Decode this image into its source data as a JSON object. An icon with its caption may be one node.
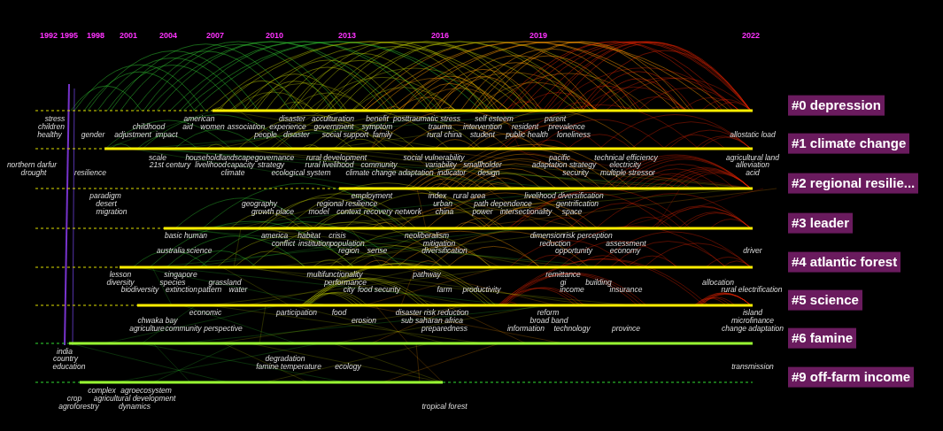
{
  "diagram": {
    "nodes": [
      {
        "text": [
          "#0 depression"
        ]
      },
      {
        "text": [
          "#1 climate change"
        ]
      },
      {
        "text": [
          "#2 regional resilie..."
        ]
      },
      {
        "text": [
          "#3 leader"
        ]
      },
      {
        "text": [
          "#4 atlantic forest"
        ]
      },
      {
        "text": [
          "#5 science"
        ]
      },
      {
        "text": [
          "#6 famine"
        ]
      },
      {
        "text": [
          "#9 off-farm income"
        ]
      }
    ],
    "labels": [
      "1992",
      "1995",
      "1998",
      "2001",
      "2004",
      "2007",
      "2010",
      "2013",
      "2016",
      "2019",
      "2022",
      "stress",
      "american",
      "disaster",
      "acculturation",
      "benefit",
      "posttraumatic stress",
      "self esteem",
      "parent",
      "children",
      "childhood",
      "aid",
      "women",
      "association",
      "experience",
      "government",
      "symptom",
      "trauma",
      "intervention",
      "resident",
      "prevalence",
      "healthy",
      "gender",
      "adjustment",
      "impact",
      "people",
      "disaster",
      "social support",
      "family",
      "rural china",
      "student",
      "public health",
      "loneliness",
      "allostatic load",
      "scale",
      "household",
      "landscape",
      "governance",
      "rural development",
      "social vulnerability",
      "pacific",
      "technical efficiency",
      "agricultural land",
      "northern darfur",
      "21st century",
      "livelihood",
      "capacity",
      "strategy",
      "rural livelihood",
      "community",
      "variability",
      "smallholder",
      "adaptation strategy",
      "electricity",
      "alleviation",
      "drought",
      "resilience",
      "climate",
      "ecological system",
      "climate change adaptation",
      "indicator",
      "design",
      "security",
      "multiple stressor",
      "acid",
      "paradigm",
      "employment",
      "index",
      "rural area",
      "livelihood diversification",
      "desert",
      "geography",
      "regional resilience",
      "urban",
      "path dependence",
      "gentrification",
      "migration",
      "growth place",
      "model",
      "context",
      "recovery",
      "network",
      "china",
      "power",
      "intersectionality",
      "space",
      "basic human",
      "america",
      "habitat",
      "crisis",
      "neoliberalism",
      "dimension",
      "risk perception",
      "conflict",
      "institution",
      "population",
      "mitigation",
      "reduction",
      "assessment",
      "australia",
      "science",
      "region",
      "sense",
      "diversification",
      "opportunity",
      "economy",
      "driver",
      "lesson",
      "singapore",
      "multifunctionality",
      "pathway",
      "remittance",
      "diversity",
      "species",
      "grassland",
      "performance",
      "gi",
      "building",
      "allocation",
      "biodiversity",
      "extinction",
      "pattern",
      "water",
      "city",
      "food security",
      "farm",
      "productivity",
      "income",
      "insurance",
      "rural electrification",
      "economic",
      "participation",
      "food",
      "disaster risk reduction",
      "reform",
      "island",
      "chwaka bay",
      "erosion",
      "sub saharan africa",
      "broad band",
      "microfinance",
      "agriculture",
      "community",
      "perspective",
      "preparedness",
      "information",
      "technology",
      "province",
      "change adaptation",
      "india",
      "country",
      "degradation",
      "education",
      "famine",
      "temperature",
      "ecology",
      "transmission",
      "complex",
      "agroecosystem",
      "crop",
      "agricultural development",
      "agroforestry",
      "dynamics",
      "tropical forest"
    ]
  }
}
